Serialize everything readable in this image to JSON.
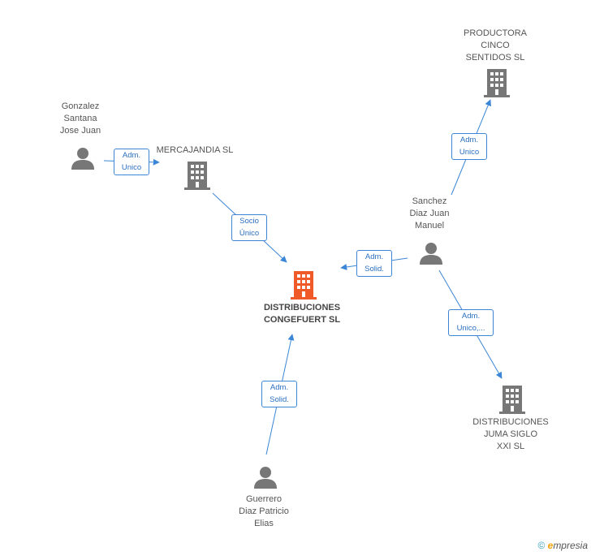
{
  "nodes": {
    "main": {
      "label": "DISTRIBUCIONES\nCONGEFUERT SL"
    },
    "mercajandia": {
      "label": "MERCAJANDIA SL"
    },
    "productora": {
      "label": "PRODUCTORA\nCINCO\nSENTIDOS SL"
    },
    "juma": {
      "label": "DISTRIBUCIONES\nJUMA SIGLO\nXXI SL"
    },
    "gonzalez": {
      "label": "Gonzalez\nSantana\nJose Juan"
    },
    "sanchez": {
      "label": "Sanchez\nDiaz Juan\nManuel"
    },
    "guerrero": {
      "label": "Guerrero\nDiaz Patricio\nElias"
    }
  },
  "edges": {
    "gonzalez_mercajandia": "Adm.\nUnico",
    "mercajandia_main": "Socio\nÚnico",
    "sanchez_main": "Adm.\nSolid.",
    "sanchez_productora": "Adm.\nUnico",
    "sanchez_juma": "Adm.\nUnico,...",
    "guerrero_main": "Adm.\nSolid."
  },
  "footer": {
    "copyright": "©",
    "brand_e": "e",
    "brand_rest": "mpresia"
  },
  "colors": {
    "accent": "#3b86d6",
    "main_company": "#f05a28",
    "company": "#777777",
    "person": "#777777"
  }
}
